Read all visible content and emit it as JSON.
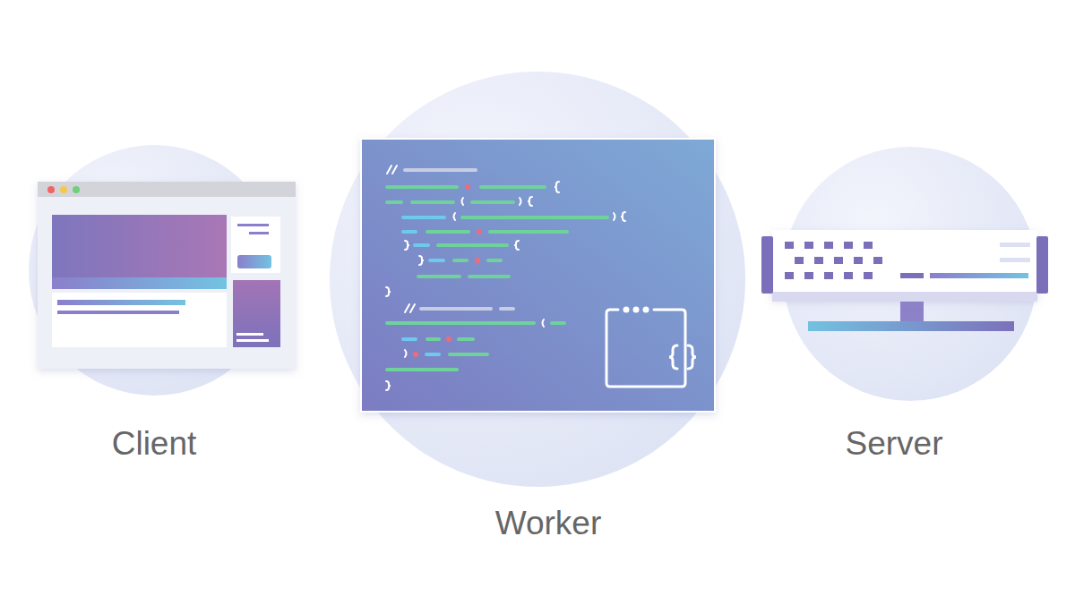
{
  "diagram": {
    "labels": [
      "Client",
      "Worker",
      "Server"
    ]
  }
}
